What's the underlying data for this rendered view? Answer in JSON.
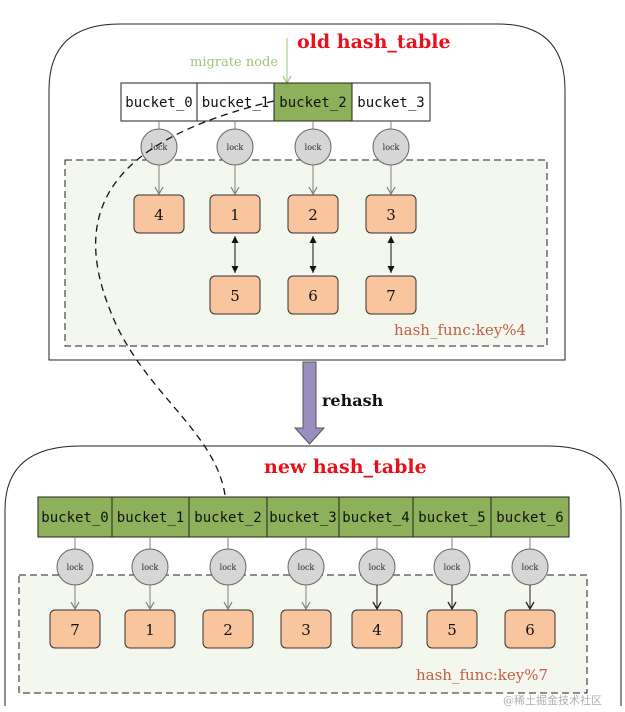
{
  "old_table": {
    "title": "old hash_table",
    "migrate_label": "migrate node",
    "buckets": [
      "bucket_0",
      "bucket_1",
      "bucket_2",
      "bucket_3"
    ],
    "migrating_bucket_index": 2,
    "lock_label": "lock",
    "nodes_row1": [
      "4",
      "1",
      "2",
      "3"
    ],
    "nodes_row2": [
      "",
      "5",
      "6",
      "7"
    ],
    "hash_func": "hash_func:key%4"
  },
  "rehash_label": "rehash",
  "new_table": {
    "title": "new hash_table",
    "buckets": [
      "bucket_0",
      "bucket_1",
      "bucket_2",
      "bucket_3",
      "bucket_4",
      "bucket_5",
      "bucket_6"
    ],
    "lock_label": "lock",
    "nodes": [
      "7",
      "1",
      "2",
      "3",
      "4",
      "5",
      "6"
    ],
    "hash_func": "hash_func:key%7"
  },
  "watermark": "@稀土掘金技术社区",
  "colors": {
    "title_red": "#e8101a",
    "migrate_green": "#9fc47c",
    "bucket_green": "#8db05a",
    "node_orange": "#f8c59e",
    "lock_gray": "#d6d6d6",
    "panel_fill": "#f4f7ee",
    "hash_func_color": "#c0604a",
    "arrow_purple": "#9a8ec0"
  }
}
